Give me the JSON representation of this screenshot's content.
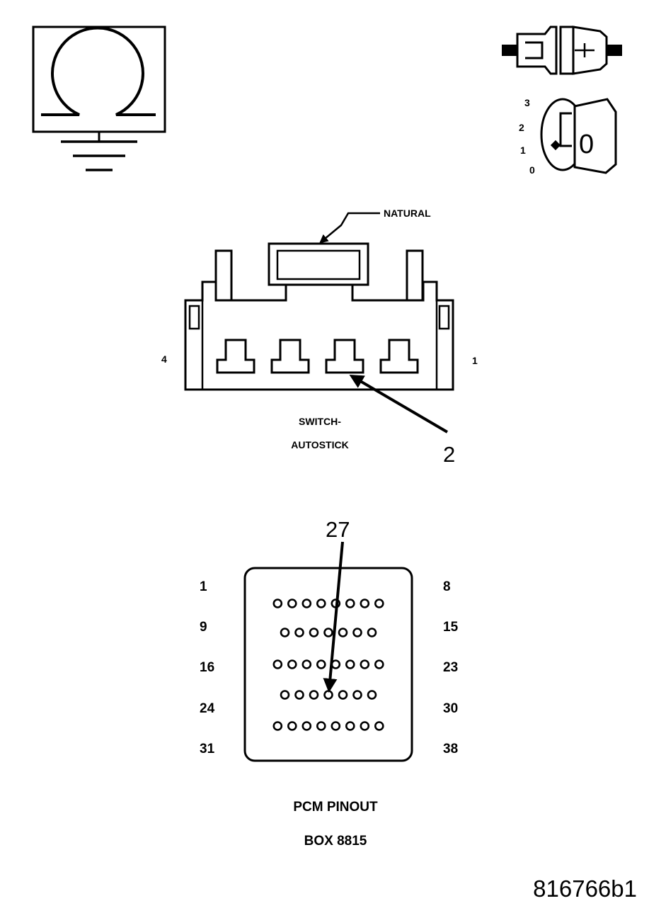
{
  "ohmmeter": {
    "icon": "ohmmeter-ground-icon"
  },
  "key_icon": {
    "icon": "ignition-key-icon",
    "positions": [
      "3",
      "2",
      "1",
      "0"
    ],
    "key_label": "0"
  },
  "connector_icon": {
    "icon": "disconnect-connector-icon"
  },
  "switch_connector": {
    "callout": "NATURAL",
    "pin_left": "4",
    "pin_right": "1",
    "name_line1": "SWITCH-",
    "name_line2": "AUTOSTICK",
    "probe_pin": "2",
    "cavity_count": 4
  },
  "pcm_connector": {
    "probe_pin": "27",
    "left_labels": [
      "1",
      "9",
      "16",
      "24",
      "31"
    ],
    "right_labels": [
      "8",
      "15",
      "23",
      "30",
      "38"
    ],
    "row_pin_counts": [
      8,
      7,
      8,
      7,
      8
    ],
    "title_line1": "PCM PINOUT",
    "title_line2": "BOX 8815"
  },
  "figure_id": "816766b1"
}
